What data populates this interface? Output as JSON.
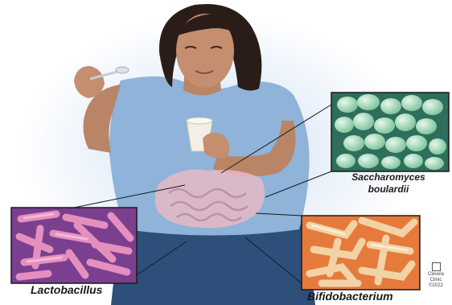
{
  "labels": {
    "lactobacillus": "Lactobacillus",
    "bifidobacterium": "Bifidobacterium",
    "saccharomyces_line1": "Saccharomyces",
    "saccharomyces_line2": "boulardii"
  },
  "logo": {
    "line1": "Clevela",
    "line2": "Clinic",
    "line3": "©2022"
  },
  "colors": {
    "shirt": "#8fb3d9",
    "skin": "#b98566",
    "hair": "#2a1d18",
    "jeans": "#2e4f7a",
    "gut": "#e7b9c6",
    "lacto_bg": "#7b3f8f",
    "lacto_rod": "#e58fbf",
    "bifido_bg": "#e67a3c",
    "bifido_rod": "#f2d3a6",
    "yeast_bg": "#2e6e5b",
    "yeast_cell": "#9fd9b7"
  }
}
